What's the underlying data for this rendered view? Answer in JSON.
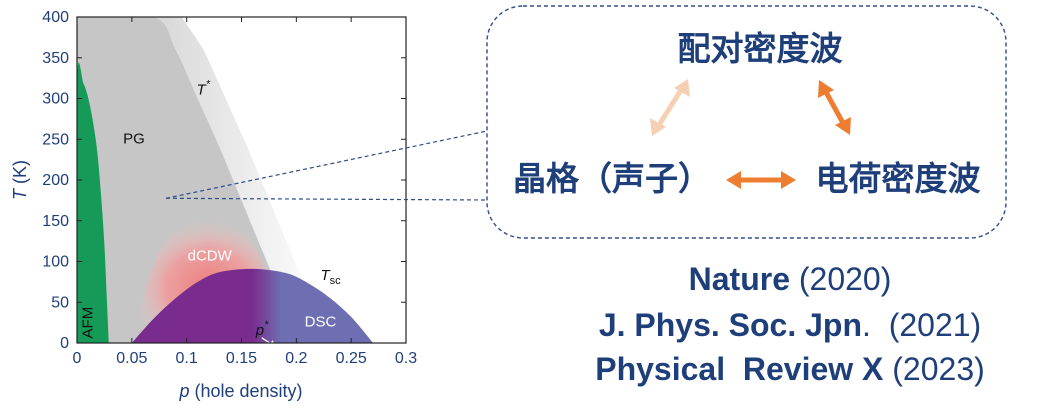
{
  "chart_data": {
    "type": "area",
    "title": "",
    "xlabel_var": "p",
    "xlabel_rest": " (hole density)",
    "ylabel_var": "T",
    "ylabel_rest": " (K)",
    "xlim": [
      0,
      0.3
    ],
    "ylim": [
      0,
      400
    ],
    "x_ticks": [
      0,
      0.05,
      0.1,
      0.15,
      0.2,
      0.25,
      0.3
    ],
    "x_tick_labels": [
      "0",
      "0.05",
      "0.1",
      "0.15",
      "0.2",
      "0.25",
      "0.3"
    ],
    "y_ticks": [
      0,
      50,
      100,
      150,
      200,
      250,
      300,
      350,
      400
    ],
    "y_tick_labels": [
      "0",
      "50",
      "100",
      "150",
      "200",
      "250",
      "300",
      "350",
      "400"
    ],
    "grid": false,
    "regions": [
      {
        "name": "PG",
        "label": "PG",
        "color": "#c6c6c6",
        "boundary": [
          [
            0,
            400
          ],
          [
            0.07,
            400
          ],
          [
            0.09,
            360
          ],
          [
            0.11,
            300
          ],
          [
            0.13,
            240
          ],
          [
            0.15,
            175
          ],
          [
            0.17,
            110
          ],
          [
            0.19,
            45
          ],
          [
            0.205,
            0
          ]
        ],
        "label_at": [
          0.052,
          245
        ]
      },
      {
        "name": "AFM",
        "label": "AFM",
        "color": "#169a58",
        "boundary": [
          [
            0,
            0
          ],
          [
            0,
            320
          ],
          [
            0.006,
            318
          ],
          [
            0.012,
            290
          ],
          [
            0.018,
            240
          ],
          [
            0.022,
            180
          ],
          [
            0.025,
            120
          ],
          [
            0.027,
            60
          ],
          [
            0.029,
            0
          ]
        ],
        "label_at": [
          0.014,
          25
        ]
      },
      {
        "name": "dCDW",
        "label": "dCDW",
        "color": "#ef7777",
        "peak": [
          0.12,
          150
        ],
        "range": [
          0.055,
          0.185
        ],
        "label_at": [
          0.121,
          101
        ]
      },
      {
        "name": "SC",
        "label": "DSC",
        "color": "#7a2c8e",
        "color_overdoped": "#6e6fb3",
        "boundary": [
          [
            0.05,
            0
          ],
          [
            0.07,
            30
          ],
          [
            0.09,
            55
          ],
          [
            0.11,
            75
          ],
          [
            0.13,
            87
          ],
          [
            0.16,
            91
          ],
          [
            0.19,
            86
          ],
          [
            0.21,
            74
          ],
          [
            0.23,
            56
          ],
          [
            0.25,
            32
          ],
          [
            0.27,
            0
          ]
        ],
        "label_at": [
          0.222,
          20
        ]
      }
    ],
    "annotations": [
      {
        "text": "T",
        "sup": "*",
        "at": [
          0.109,
          305
        ]
      },
      {
        "text": "T",
        "sub": "sc",
        "at": [
          0.222,
          77
        ]
      },
      {
        "text": "p",
        "sup": "*",
        "at": [
          0.163,
          10
        ]
      }
    ],
    "highlight_point": [
      0.072,
      180
    ]
  },
  "inset": {
    "nodes": {
      "top": "配对密度波",
      "left": "晶格（声子）",
      "right": "电荷密度波"
    },
    "arrow_colors": {
      "faded": "#f6d0b3",
      "strong": "#ed7d31"
    },
    "border_color": "#2e4c8a"
  },
  "references": [
    {
      "journal": "Nature",
      "year": "(2020)"
    },
    {
      "journal": "J. Phys. Soc. Jpn",
      "punct": ".",
      "year": "(2021)"
    },
    {
      "journal": "Physical  Review X",
      "year": "(2023)"
    }
  ],
  "colors": {
    "axis_text": "#1f3f7a",
    "callout": "#2e4c8a"
  }
}
